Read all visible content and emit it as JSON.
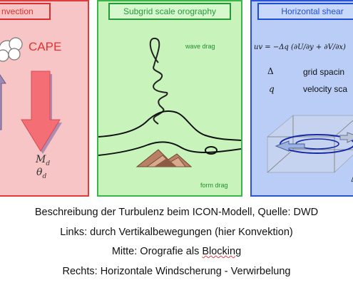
{
  "panels": {
    "left": {
      "title": "nvection",
      "cape": "CAPE",
      "md": "M",
      "md_sub": "d",
      "theta": "θ",
      "theta_sub": "d"
    },
    "middle": {
      "title": "Subgrid scale orography",
      "wave_drag": "wave drag",
      "form_drag": "form drag"
    },
    "right": {
      "title": "Horizontal shear",
      "formula": "uv = −Δq (∂U/∂y + ∂V/∂x)",
      "delta_symbol": "Δ",
      "delta_text": "grid spacin",
      "q_symbol": "q",
      "q_text": "velocity sca",
      "corner": "Δ"
    }
  },
  "caption": {
    "line1": "Beschreibung der Turbulenz beim ICON-Modell, Quelle: DWD",
    "line2": "Links: durch Vertikalbewegungen (hier Konvektion)",
    "line3_prefix": "Mitte: Orografie als ",
    "line3_word": "Blocking",
    "line4": "Rechts: Horizontale Windscherung - Verwirbelung"
  },
  "colors": {
    "red": "#e03c3c",
    "green": "#39b54a",
    "blue": "#2a52d9",
    "arrow": "#f07a7a",
    "mountain": "#b98063"
  }
}
